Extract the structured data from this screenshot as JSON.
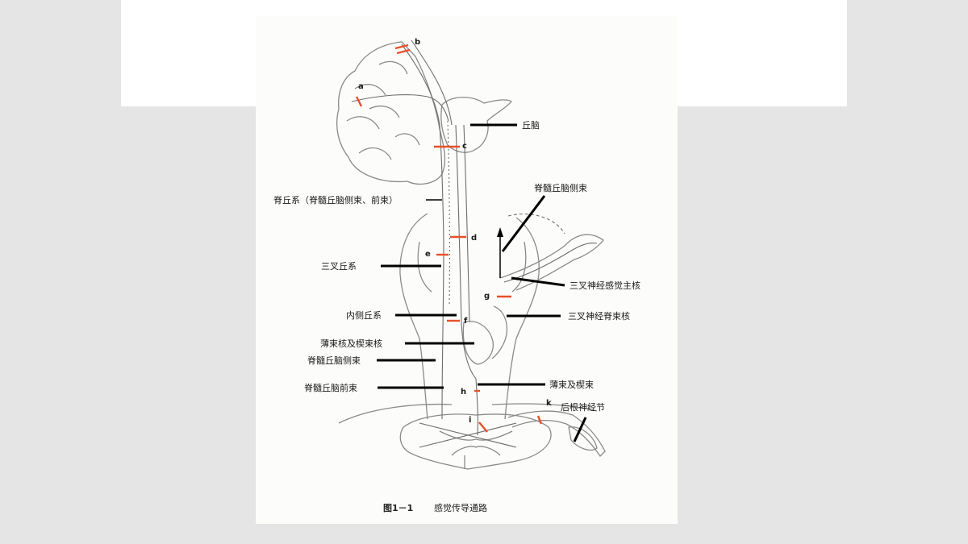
{
  "labels": {
    "thalamus": "丘脑",
    "spinothalamic_system": "脊丘系（脊髓丘脑侧束、前束）",
    "lateral_spinothalamic_tract_top": "脊髓丘脑侧束",
    "trigeminal_lemniscus": "三叉丘系",
    "trigeminal_principal_sensory_nucleus": "三叉神经感觉主核",
    "medial_lemniscus": "内侧丘系",
    "trigeminal_spinal_nucleus": "三叉神经脊束核",
    "gracile_cuneate_nuclei": "薄束核及楔束核",
    "lateral_spinothalamic_tract": "脊髓丘脑侧束",
    "anterior_spinothalamic_tract": "脊髓丘脑前束",
    "gracile_cuneate_fasciculi": "薄束及楔束",
    "dorsal_root_ganglion": "后根神经节"
  },
  "lesion_letters": {
    "a": "a",
    "b": "b",
    "c": "c",
    "d": "d",
    "e": "e",
    "f": "f",
    "g": "g",
    "h": "h",
    "i": "i",
    "k": "k"
  },
  "caption": {
    "number": "图1－1",
    "title": "感觉传导通路"
  },
  "colors": {
    "lesion_marks": "#e8502a",
    "outline": "#8a8a8a",
    "background": "#e5e5e5",
    "figure_paper": "#fcfcfa"
  }
}
